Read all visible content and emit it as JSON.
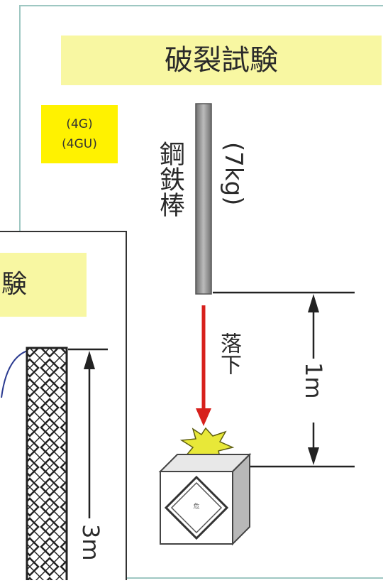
{
  "title": "破裂試験",
  "badge_lines": [
    "(4G)",
    "(4GU)"
  ],
  "rod_label": "鋼鉄棒",
  "rod_weight": "(7kg)",
  "drop_label": "落下",
  "height_right": "1m",
  "height_left": "3m",
  "left_title_partial": "験",
  "colors": {
    "highlight": "#f8f7a2",
    "badge": "#fff200",
    "arrow": "#d7201c",
    "burst": "#e8e838",
    "frame": "#9ec7c2",
    "rod": "#8f8f8f"
  }
}
